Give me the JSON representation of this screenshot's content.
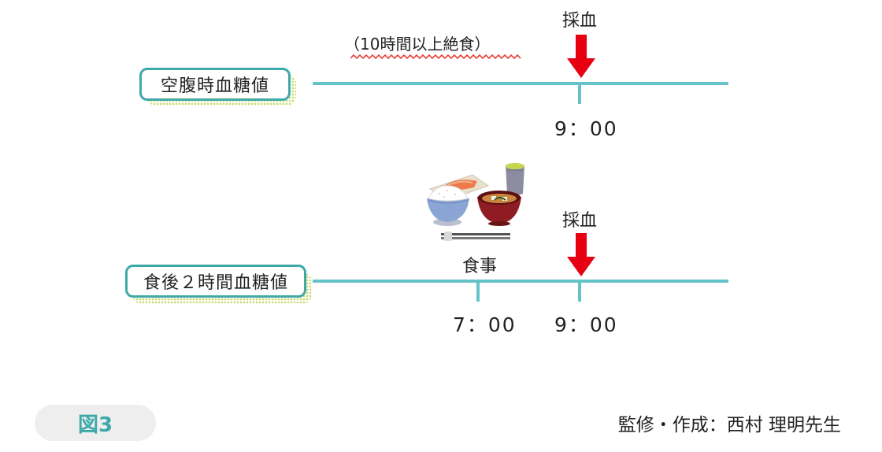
{
  "fasting": {
    "label": "空腹時血糖値",
    "note": "（10時間以上絶食）",
    "draw_label": "採血",
    "time": "9：00"
  },
  "postprandial": {
    "label": "食後２時間血糖値",
    "meal_label": "食事",
    "meal_time": "7：00",
    "draw_label": "採血",
    "draw_time": "9：00"
  },
  "figure_label": "図3",
  "credit": "監修・作成：西村 理明先生",
  "colors": {
    "timeline": "#66c2c9",
    "label_border": "#3fa9a9",
    "arrow": "#e60012",
    "wavy_underline": "#e8423b",
    "figure_label": "#3fa9a9"
  },
  "icons": {
    "meal": "japanese-meal-illustration",
    "blood_draw": "red-down-arrow"
  }
}
